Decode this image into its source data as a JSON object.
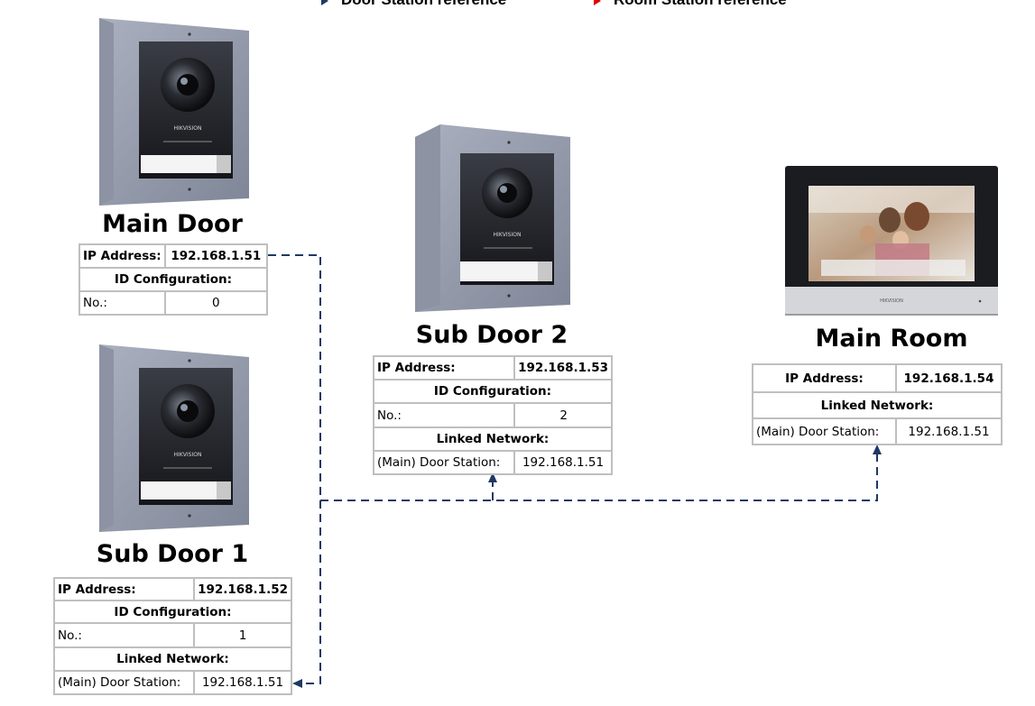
{
  "legend": {
    "door_station_reference": "Door Station reference",
    "room_station_reference": "Room Station reference"
  },
  "brand": "HIKVISION",
  "colors": {
    "door_ref": "#1f3864",
    "room_ref": "#e00000",
    "table_border": "#bfbfbf"
  },
  "main_door": {
    "title": "Main Door",
    "ip_label": "IP Address:",
    "ip": "192.168.1.51",
    "id_config_label": "ID Configuration:",
    "no_label": "No.:",
    "no": "0"
  },
  "sub_door_1": {
    "title": "Sub Door 1",
    "ip_label": "IP Address:",
    "ip": "192.168.1.52",
    "id_config_label": "ID Configuration:",
    "no_label": "No.:",
    "no": "1",
    "linked_network_label": "Linked Network:",
    "main_door_station_label": "(Main) Door Station:",
    "main_door_station": "192.168.1.51"
  },
  "sub_door_2": {
    "title": "Sub Door 2",
    "ip_label": "IP Address:",
    "ip": "192.168.1.53",
    "id_config_label": "ID Configuration:",
    "no_label": "No.:",
    "no": "2",
    "linked_network_label": "Linked Network:",
    "main_door_station_label": "(Main) Door Station:",
    "main_door_station": "192.168.1.51"
  },
  "main_room": {
    "title": "Main Room",
    "ip_label": "IP Address:",
    "ip": "192.168.1.54",
    "linked_network_label": "Linked Network:",
    "main_door_station_label": "(Main) Door Station:",
    "main_door_station": "192.168.1.51"
  }
}
